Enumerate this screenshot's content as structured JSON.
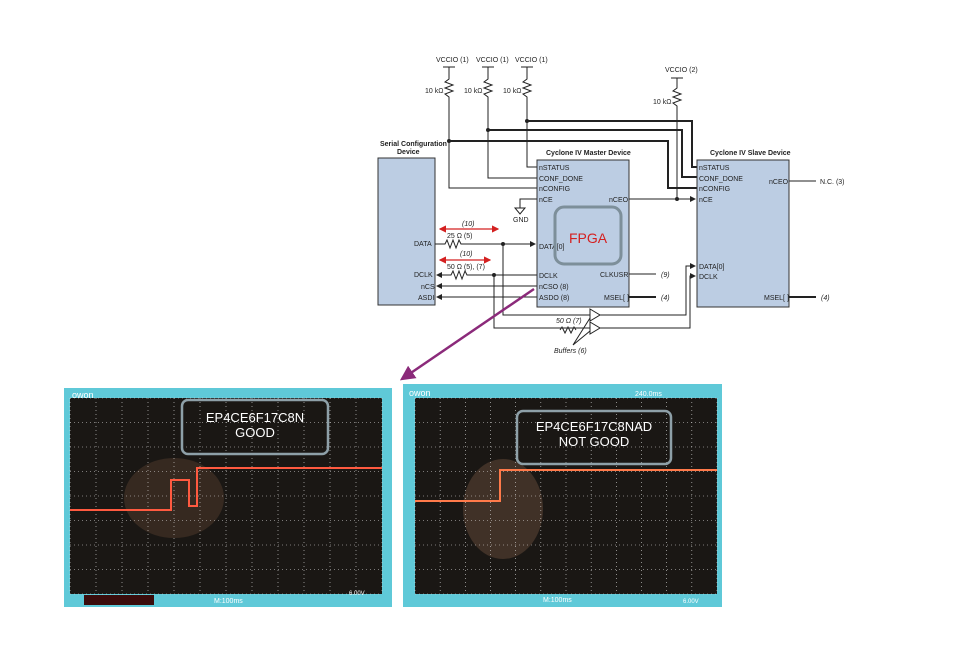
{
  "schematic": {
    "vccio_labels": [
      "VCCIO (1)",
      "VCCIO (1)",
      "VCCIO (1)",
      "VCCIO (2)"
    ],
    "resistor_labels": [
      "10 kΩ",
      "10 kΩ",
      "10 kΩ",
      "10 kΩ"
    ],
    "serial_device": {
      "title_line1": "Serial Configuration",
      "title_line2": "Device",
      "pins": [
        "DATA",
        "DCLK",
        "nCS",
        "ASDI"
      ]
    },
    "master": {
      "title": "Cyclone IV Master Device",
      "left_pins": [
        "nSTATUS",
        "CONF_DONE",
        "nCONFIG",
        "nCE",
        "DATA[0]",
        "DCLK",
        "nCSO (8)",
        "ASDO (8)"
      ],
      "right_pins": [
        "nCEO",
        "CLKUSR",
        "MSEL[ ]"
      ],
      "fpga_label": "FPGA"
    },
    "slave": {
      "title": "Cyclone IV Slave Device",
      "left_pins": [
        "nSTATUS",
        "CONF_DONE",
        "nCONFIG",
        "nCE",
        "DATA[0]",
        "DCLK"
      ],
      "right_pins": [
        "nCEO",
        "MSEL[ ]"
      ]
    },
    "notes": {
      "gnd": "GND",
      "r25": "25 Ω (5)",
      "r50": "50 Ω (5), (7)",
      "trace1": "(10)",
      "trace2": "(10)",
      "nc": "N.C. (3)",
      "clkusr_note": "(9)",
      "msel_note_master": "(4)",
      "msel_note_slave": "(4)",
      "r50_buf": "50 Ω (7)",
      "buffers": "Buffers (6)"
    },
    "colors": {
      "box": "#bccde3",
      "accent_red": "#d42020",
      "pointer": "#8b2a7a"
    }
  },
  "scopes": [
    {
      "brand": "owon",
      "label_line1": "EP4CE6F17C8N",
      "label_line2": "GOOD",
      "time_base": "M:100ms",
      "trigger": "6.00V"
    },
    {
      "brand": "owon",
      "label_line1": "EP4CE6F17C8NAD",
      "label_line2": "NOT GOOD",
      "time_base": "M:100ms",
      "trigger": "6.00V",
      "position": "240.0ms"
    }
  ]
}
